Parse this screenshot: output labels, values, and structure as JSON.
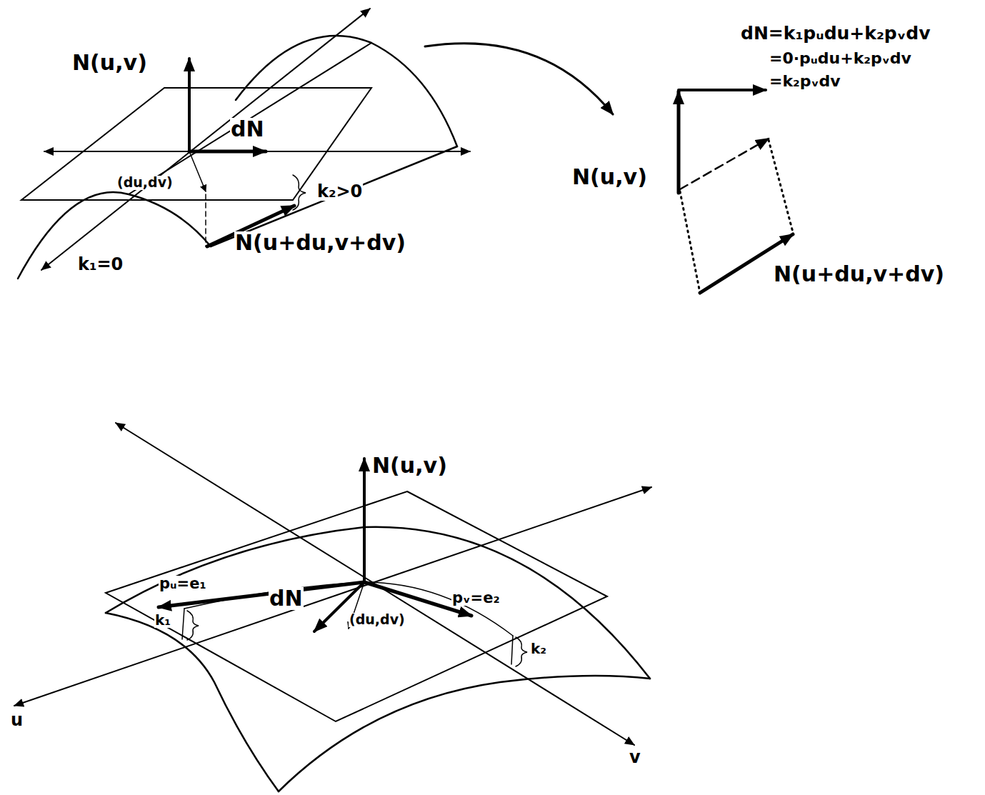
{
  "diagram": {
    "labels": [
      "N(u,v)",
      "dN",
      "(du,dv)",
      "k₂>0",
      "k₁=0",
      "N(u+du,v+dv)",
      "dN=k₁pᵤdu+k₂pᵥdv",
      "=0·pᵤdu+k₂pᵥdv",
      "=k₂pᵥdv",
      "N(u,v)",
      "N(u+du,v+dv)",
      "N(u,v)",
      "pᵤ=e₁",
      "k₁",
      "dN",
      "(du,dv)",
      "pᵥ=e₂",
      "k₂",
      "u",
      "v"
    ]
  }
}
